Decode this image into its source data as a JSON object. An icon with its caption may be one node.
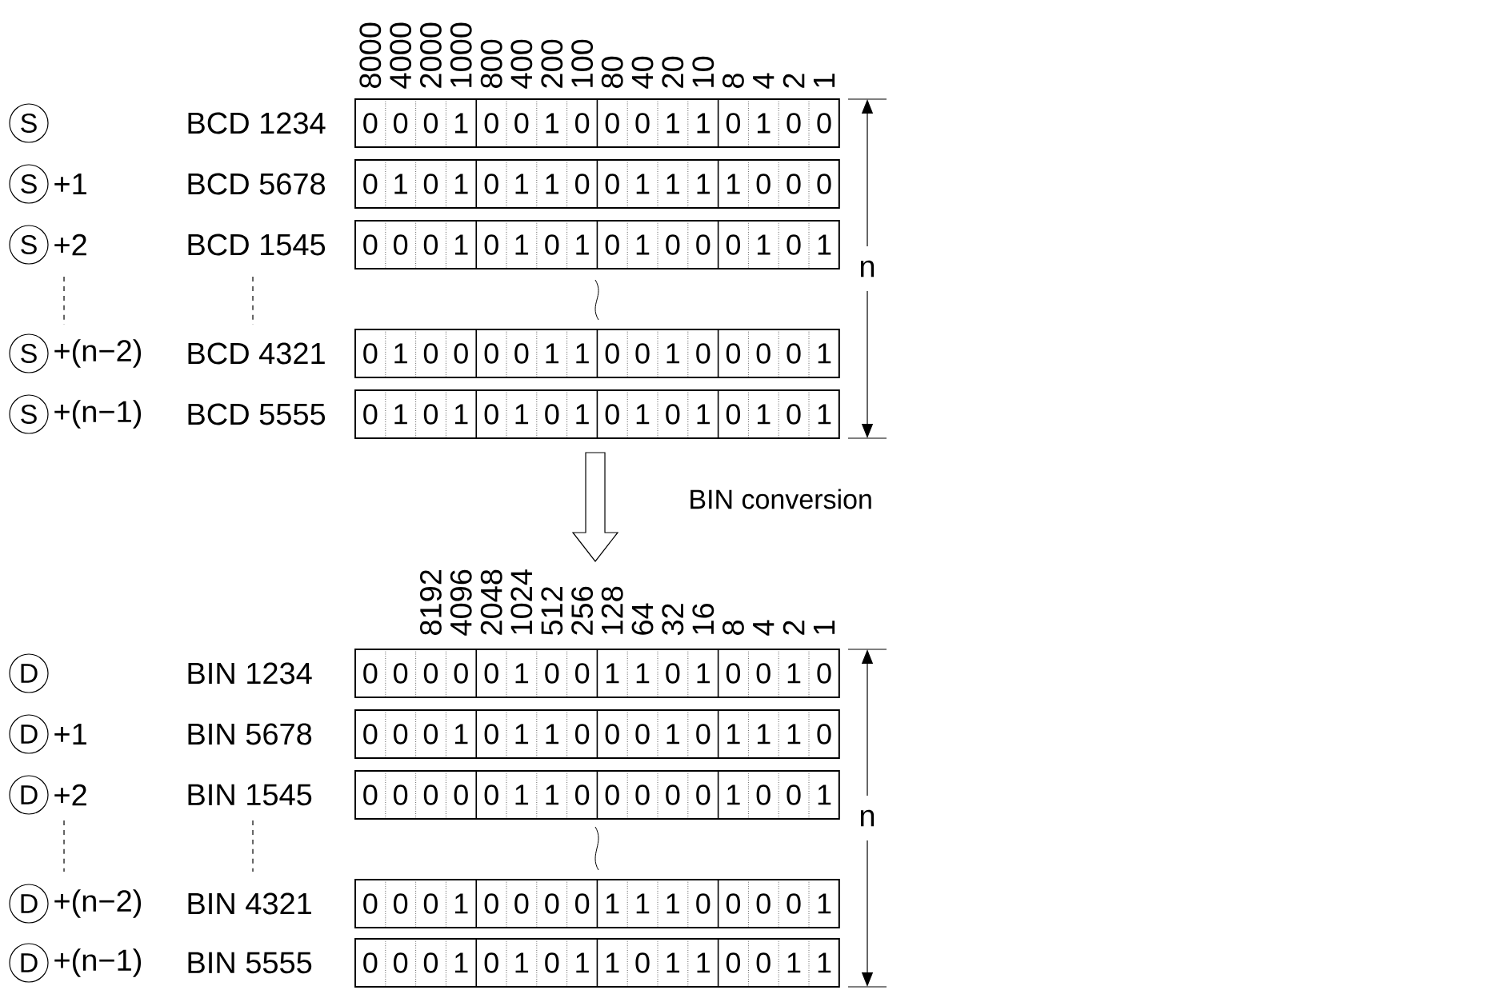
{
  "diagram": {
    "labels": [
      "8000",
      "4000",
      "2000",
      "1000",
      "800",
      "400",
      "200",
      "100",
      "80",
      "40",
      "20",
      "10",
      "8",
      "4",
      "2",
      "1",
      "S",
      "BCD 1234",
      "0",
      "0",
      "0",
      "1",
      "0",
      "0",
      "1",
      "0",
      "0",
      "0",
      "1",
      "1",
      "0",
      "1",
      "0",
      "0",
      "S",
      "+1",
      "BCD 5678",
      "0",
      "1",
      "0",
      "1",
      "0",
      "1",
      "1",
      "0",
      "0",
      "1",
      "1",
      "1",
      "1",
      "0",
      "0",
      "0",
      "S",
      "+2",
      "BCD 1545",
      "0",
      "0",
      "0",
      "1",
      "0",
      "1",
      "0",
      "1",
      "0",
      "1",
      "0",
      "0",
      "0",
      "1",
      "0",
      "1",
      "S",
      "+(n−2)",
      "BCD 4321",
      "0",
      "1",
      "0",
      "0",
      "0",
      "0",
      "1",
      "1",
      "0",
      "0",
      "1",
      "0",
      "0",
      "0",
      "0",
      "1",
      "S",
      "+(n−1)",
      "BCD 5555",
      "0",
      "1",
      "0",
      "1",
      "0",
      "1",
      "0",
      "1",
      "0",
      "1",
      "0",
      "1",
      "0",
      "1",
      "0",
      "1",
      "n",
      "BIN conversion",
      "8192",
      "4096",
      "2048",
      "1024",
      "512",
      "256",
      "128",
      "64",
      "32",
      "16",
      "8",
      "4",
      "2",
      "1",
      "D",
      "BIN 1234",
      "0",
      "0",
      "0",
      "0",
      "0",
      "1",
      "0",
      "0",
      "1",
      "1",
      "0",
      "1",
      "0",
      "0",
      "1",
      "0",
      "D",
      "+1",
      "BIN 5678",
      "0",
      "0",
      "0",
      "1",
      "0",
      "1",
      "1",
      "0",
      "0",
      "0",
      "1",
      "0",
      "1",
      "1",
      "1",
      "0",
      "D",
      "+2",
      "BIN 1545",
      "0",
      "0",
      "0",
      "0",
      "0",
      "1",
      "1",
      "0",
      "0",
      "0",
      "0",
      "0",
      "1",
      "0",
      "0",
      "1",
      "D",
      "+(n−2)",
      "BIN 4321",
      "0",
      "0",
      "0",
      "1",
      "0",
      "0",
      "0",
      "0",
      "1",
      "1",
      "1",
      "0",
      "0",
      "0",
      "0",
      "1",
      "D",
      "+(n−1)",
      "BIN 5555",
      "0",
      "0",
      "0",
      "1",
      "0",
      "1",
      "0",
      "1",
      "1",
      "0",
      "1",
      "1",
      "0",
      "0",
      "1",
      "1",
      "n"
    ]
  }
}
